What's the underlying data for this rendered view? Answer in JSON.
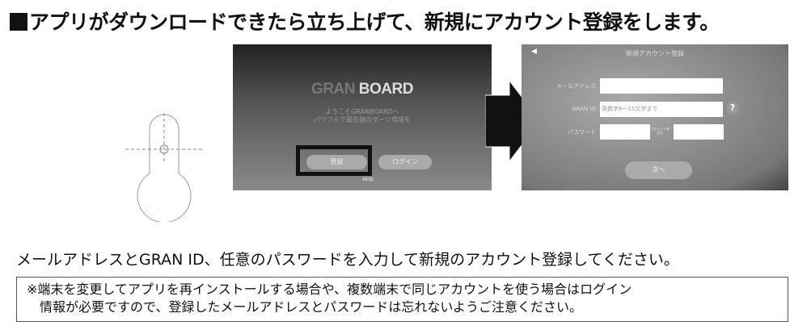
{
  "title": "アプリがダウンロードできたら立ち上げて、新規にアカウント登録をします。",
  "screen1": {
    "logo_gran": "GRAN",
    "logo_board": "BOARD",
    "welcome_line1": "ようこそGRANBOARDへ",
    "welcome_line2": "パワフルで最先端のダーツ環境を",
    "register_button": "登録",
    "login_button": "ログイン",
    "skip_link": "skip"
  },
  "screen2": {
    "header": "新規アカウント登録",
    "email_label": "メールアドレス",
    "granid_label": "GRAN ID",
    "granid_placeholder": "英数字6〜15文字まで",
    "help": "?",
    "password_label": "パスワード",
    "password_confirm_label": "パスワード確認用",
    "next_button": "次へ"
  },
  "caption": "メールアドレスとGRAN ID、任意のパスワードを入力して新規のアカウント登録してください。",
  "note_line1": "※端末を変更してアプリを再インストールする場合や、複数端末で同じアカウントを使う場合はログイン",
  "note_line2": "情報が必要ですので、登録したメールアドレスとパスワードは忘れないようご注意ください。"
}
